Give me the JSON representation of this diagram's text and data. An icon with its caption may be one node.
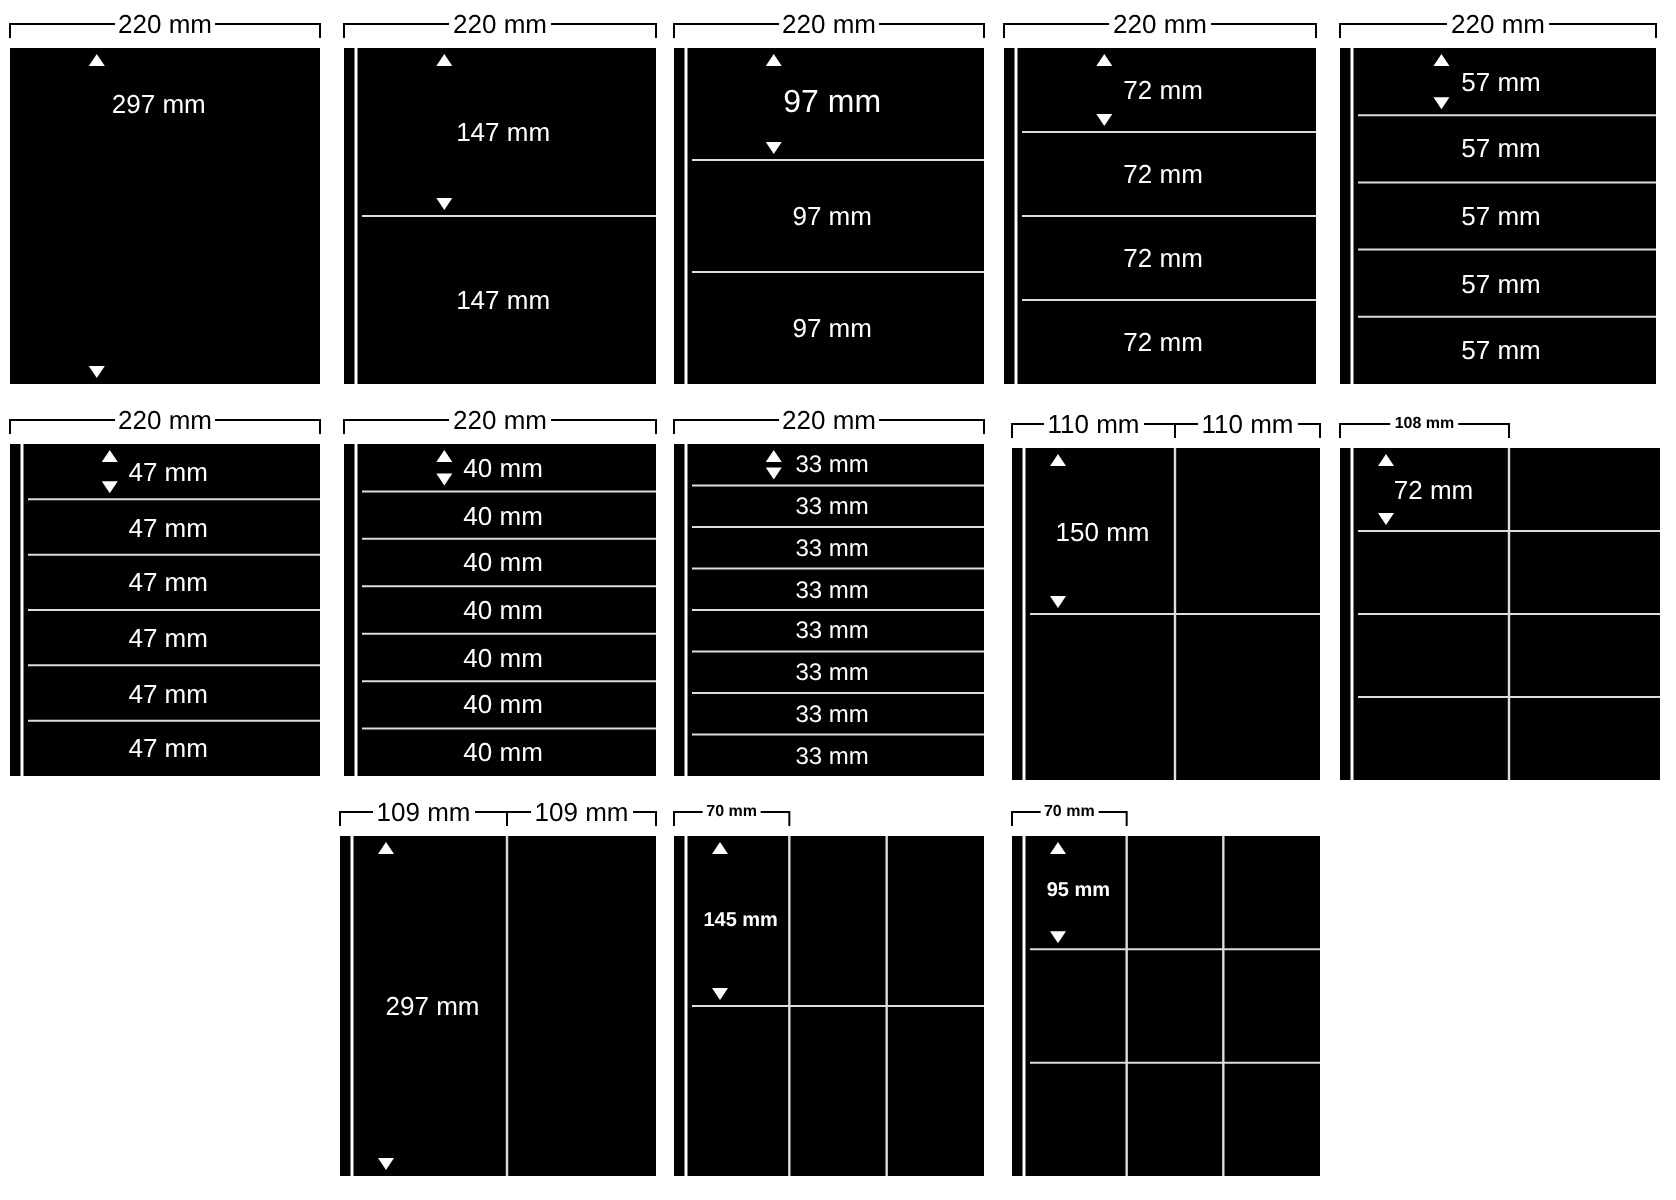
{
  "diagram": {
    "labels": [
      "220 mm",
      "297 mm",
      "220 mm",
      "147 mm",
      "147 mm",
      "220 mm",
      "97 mm",
      "97 mm",
      "97 mm",
      "220 mm",
      "72 mm",
      "72 mm",
      "72 mm",
      "72 mm",
      "220 mm",
      "57 mm",
      "57 mm",
      "57 mm",
      "57 mm",
      "57 mm",
      "220 mm",
      "47 mm",
      "47 mm",
      "47 mm",
      "47 mm",
      "47 mm",
      "47 mm",
      "220 mm",
      "40 mm",
      "40 mm",
      "40 mm",
      "40 mm",
      "40 mm",
      "40 mm",
      "40 mm",
      "220 mm",
      "33 mm",
      "33 mm",
      "33 mm",
      "33 mm",
      "33 mm",
      "33 mm",
      "33 mm",
      "33 mm",
      "110 mm",
      "110 mm",
      "150 mm",
      "108 mm",
      "72 mm",
      "109 mm",
      "109 mm",
      "297 mm",
      "70 mm",
      "145 mm",
      "70 mm",
      "95 mm"
    ]
  }
}
